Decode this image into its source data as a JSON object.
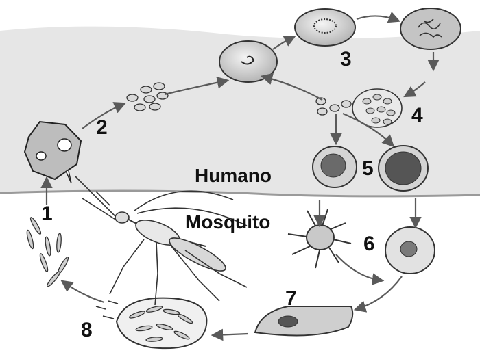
{
  "labels": {
    "human": "Humano",
    "mosquito": "Mosquito"
  },
  "stages": [
    "1",
    "2",
    "3",
    "4",
    "5",
    "6",
    "7",
    "8"
  ],
  "colors": {
    "human_band": "#e6e6e6",
    "cell_fill": "#c9c9c9",
    "dark_nucleus": "#555555",
    "arrow": "#5a5a5a",
    "line": "#222222"
  }
}
